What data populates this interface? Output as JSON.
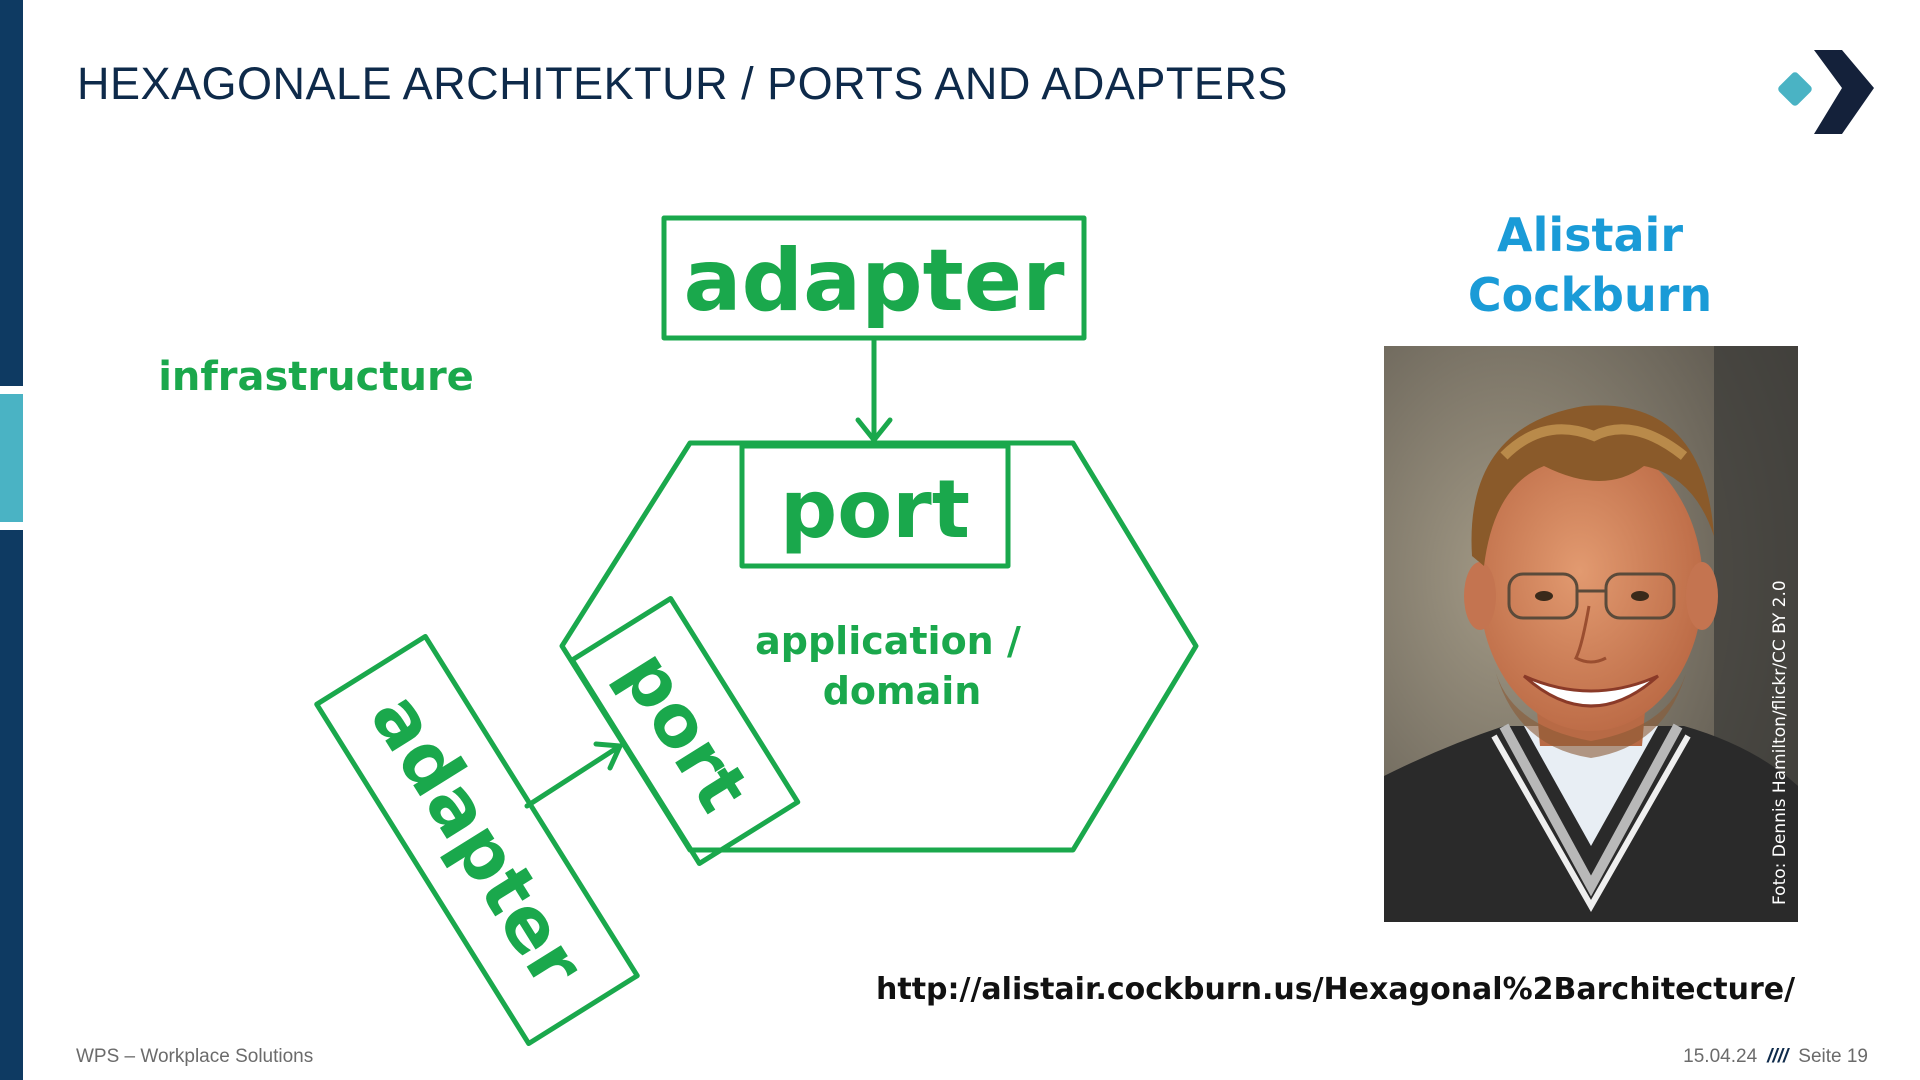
{
  "colors": {
    "navy": "#0e3a62",
    "teal": "#4ab3c4",
    "diagram_green": "#1aa84c",
    "name_blue": "#1a9bd7",
    "title": "#0e2a4a"
  },
  "header": {
    "title": "HEXAGONALE ARCHITEKTUR / PORTS AND ADAPTERS",
    "logo_icon": "wps-logo-icon"
  },
  "diagram": {
    "infrastructure_label": "infrastructure",
    "top_adapter_label": "adapter",
    "top_port_label": "port",
    "core_label_line1": "application /",
    "core_label_line2": "domain",
    "left_port_label": "port",
    "left_adapter_label": "adapter"
  },
  "person": {
    "name_line1": "Alistair",
    "name_line2": "Cockburn",
    "photo_credit": "Foto: Dennis Hamilton/flickr/CC BY 2.0"
  },
  "link": {
    "url": "http://alistair.cockburn.us/Hexagonal%2Barchitecture/"
  },
  "footer": {
    "company": "WPS – Workplace Solutions",
    "date": "15.04.24",
    "separator": "////",
    "page": "Seite 19"
  }
}
